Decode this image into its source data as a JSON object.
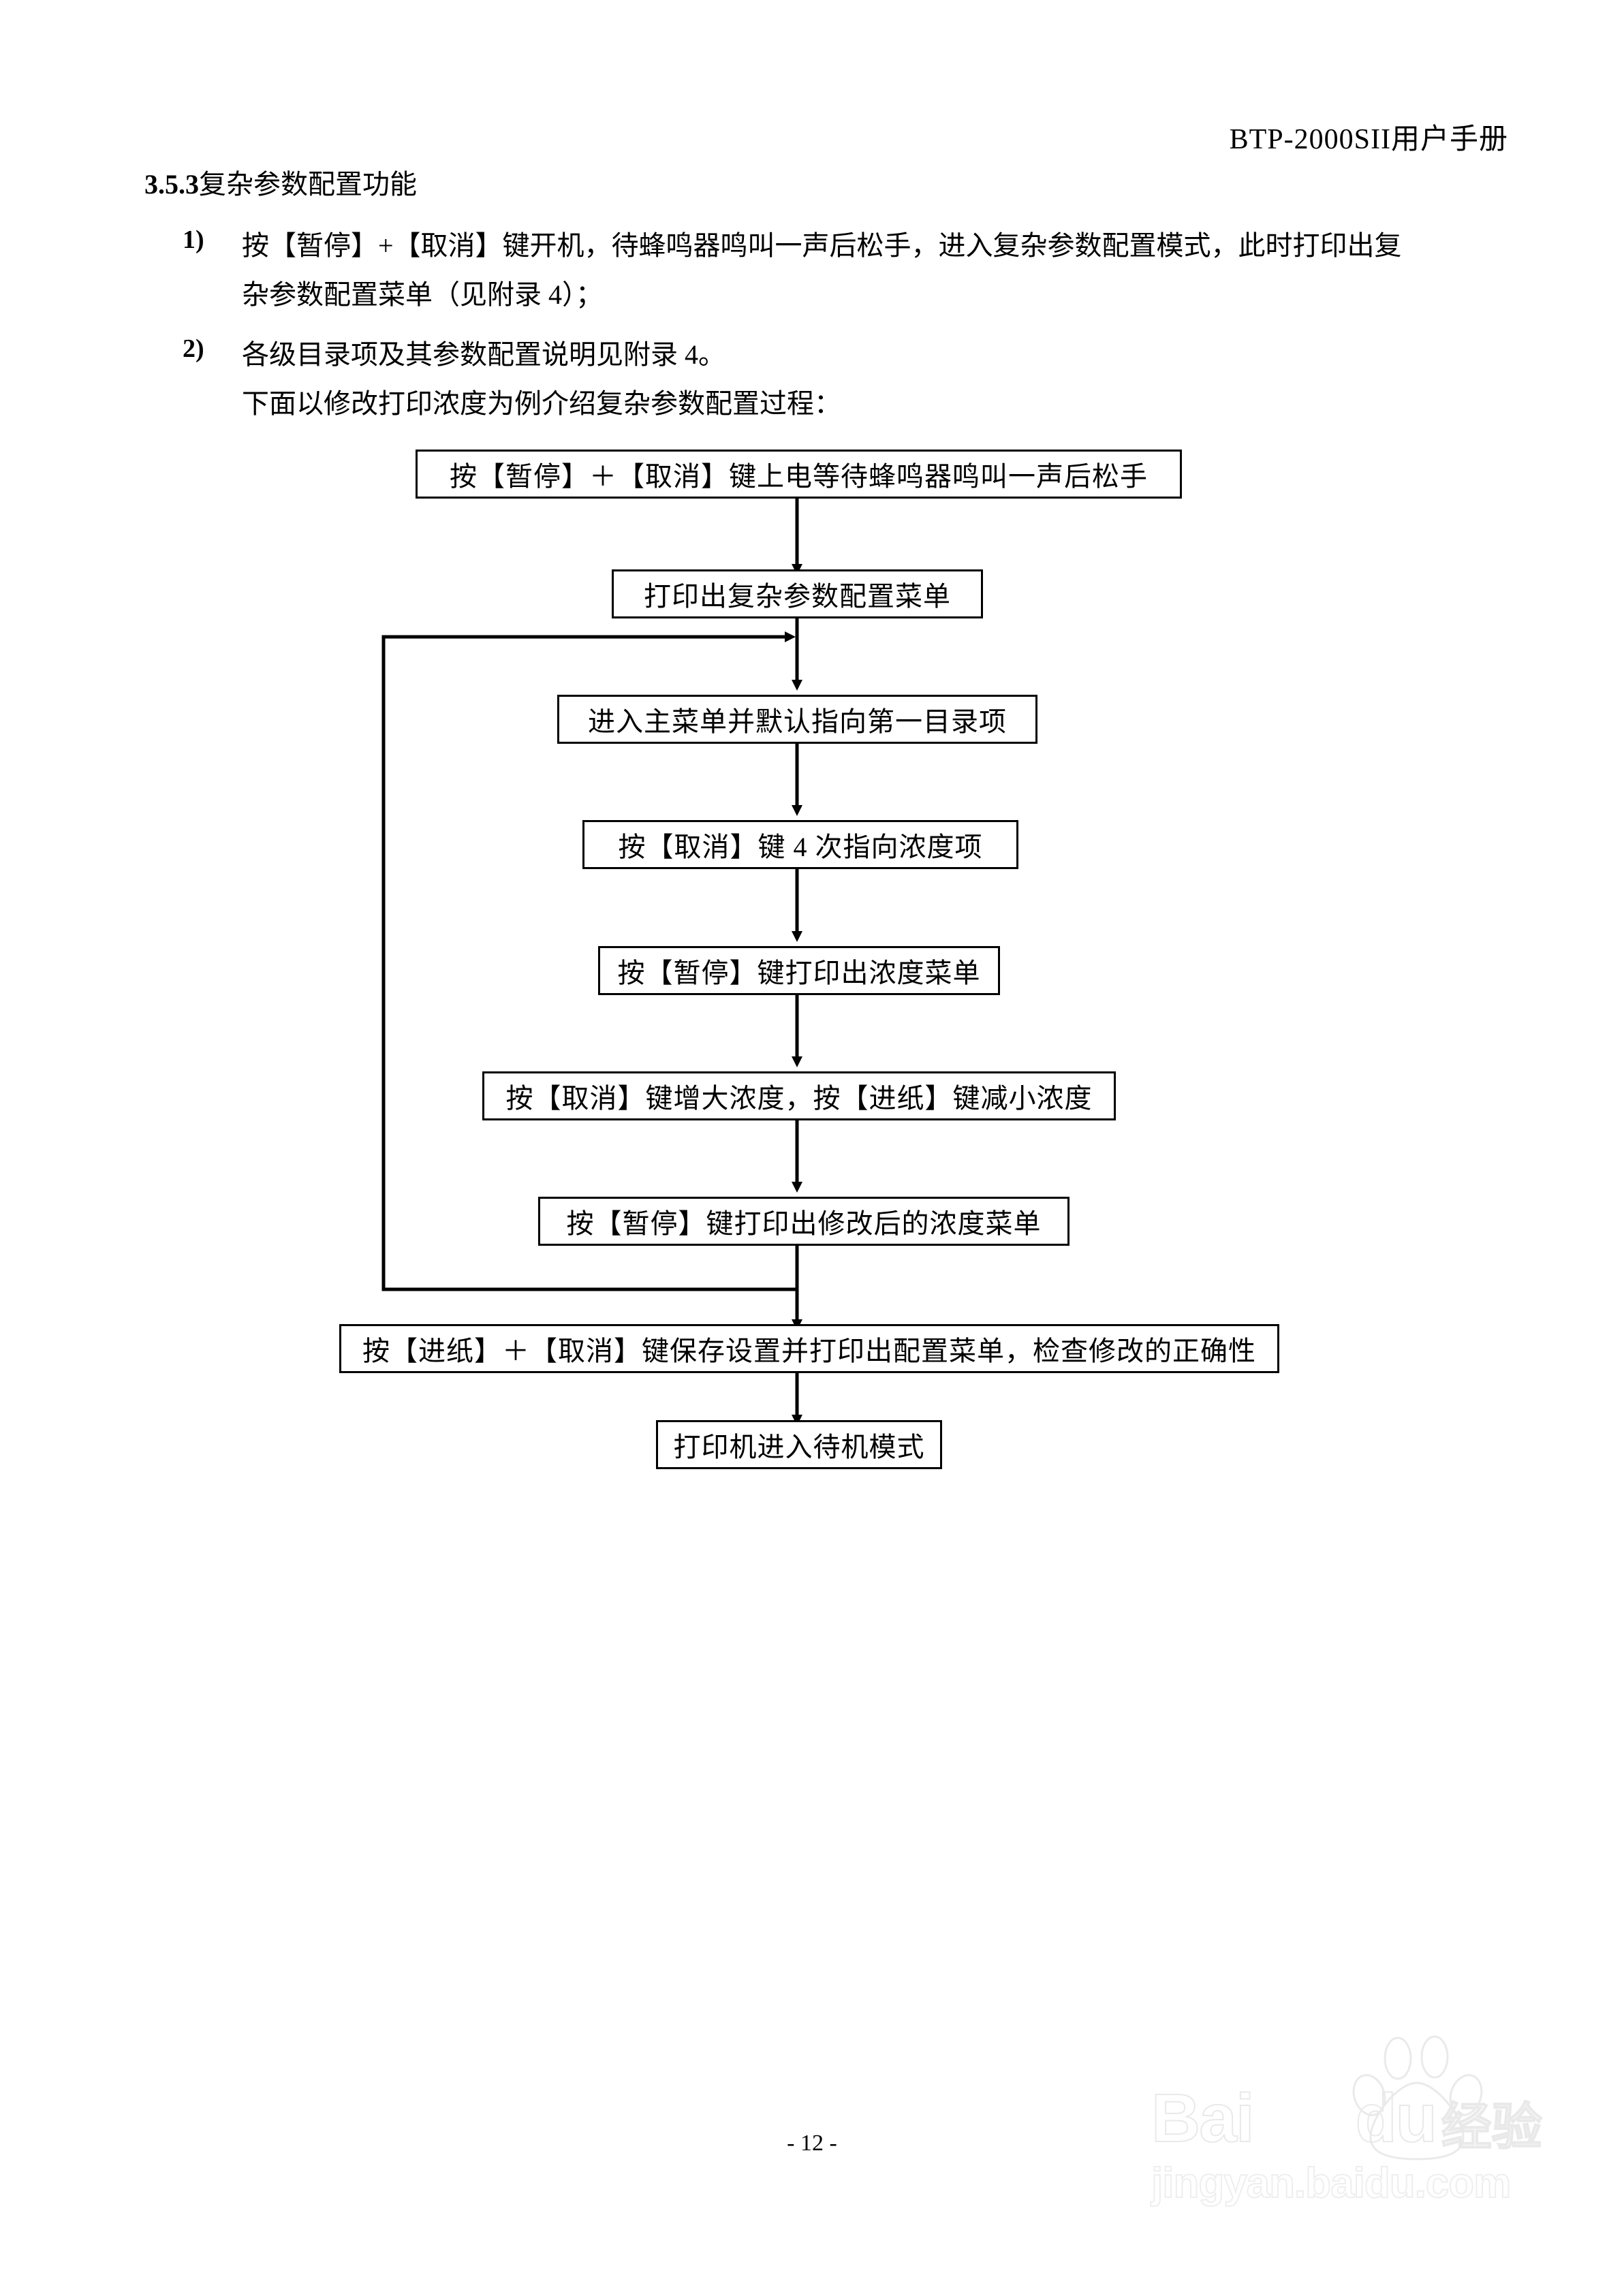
{
  "header": {
    "title": "BTP-2000SII用户手册"
  },
  "section": {
    "number": "3.5.3",
    "title": "复杂参数配置功能"
  },
  "list": [
    {
      "marker": "1)",
      "line1": "按【暂停】+【取消】键开机，待蜂鸣器鸣叫一声后松手，进入复杂参数配置模式，此时打印出复",
      "line2": "杂参数配置菜单（见附录 4）；"
    },
    {
      "marker": "2)",
      "line1": "各级目录项及其参数配置说明见附录 4。"
    }
  ],
  "intro": "下面以修改打印浓度为例介绍复杂参数配置过程：",
  "flowchart": {
    "type": "flowchart",
    "nodes": [
      {
        "id": "n1",
        "label": "按【暂停】＋【取消】键上电等待蜂鸣器鸣叫一声后松手"
      },
      {
        "id": "n2",
        "label": "打印出复杂参数配置菜单"
      },
      {
        "id": "n3",
        "label": "进入主菜单并默认指向第一目录项"
      },
      {
        "id": "n4",
        "label": "按【取消】键 4 次指向浓度项"
      },
      {
        "id": "n5",
        "label": "按【暂停】键打印出浓度菜单"
      },
      {
        "id": "n6",
        "label": "按【取消】键增大浓度，按【进纸】键减小浓度"
      },
      {
        "id": "n7",
        "label": "按【暂停】键打印出修改后的浓度菜单"
      },
      {
        "id": "n8",
        "label": "按【进纸】＋【取消】键保存设置并打印出配置菜单，检查修改的正确性"
      },
      {
        "id": "n9",
        "label": "打印机进入待机模式"
      }
    ],
    "edges": [
      {
        "from": "n1",
        "to": "n2",
        "kind": "down-arrow"
      },
      {
        "from": "n2",
        "to": "n3",
        "kind": "down-arrow"
      },
      {
        "from": "n3",
        "to": "n4",
        "kind": "down-arrow"
      },
      {
        "from": "n4",
        "to": "n5",
        "kind": "down-arrow"
      },
      {
        "from": "n5",
        "to": "n6",
        "kind": "down-arrow"
      },
      {
        "from": "n6",
        "to": "n7",
        "kind": "down-arrow"
      },
      {
        "from": "n7",
        "to": "n8",
        "kind": "down-arrow"
      },
      {
        "from": "n8",
        "to": "n9",
        "kind": "down-arrow"
      },
      {
        "from": "n7",
        "to": "n3",
        "kind": "feedback-loop-left"
      }
    ]
  },
  "footer": {
    "page_label": "- 12 -"
  },
  "watermark": {
    "brand": "Bai",
    "brand_tail": "du",
    "brand_cn": "经验",
    "url": "jingyan.baidu.com"
  }
}
